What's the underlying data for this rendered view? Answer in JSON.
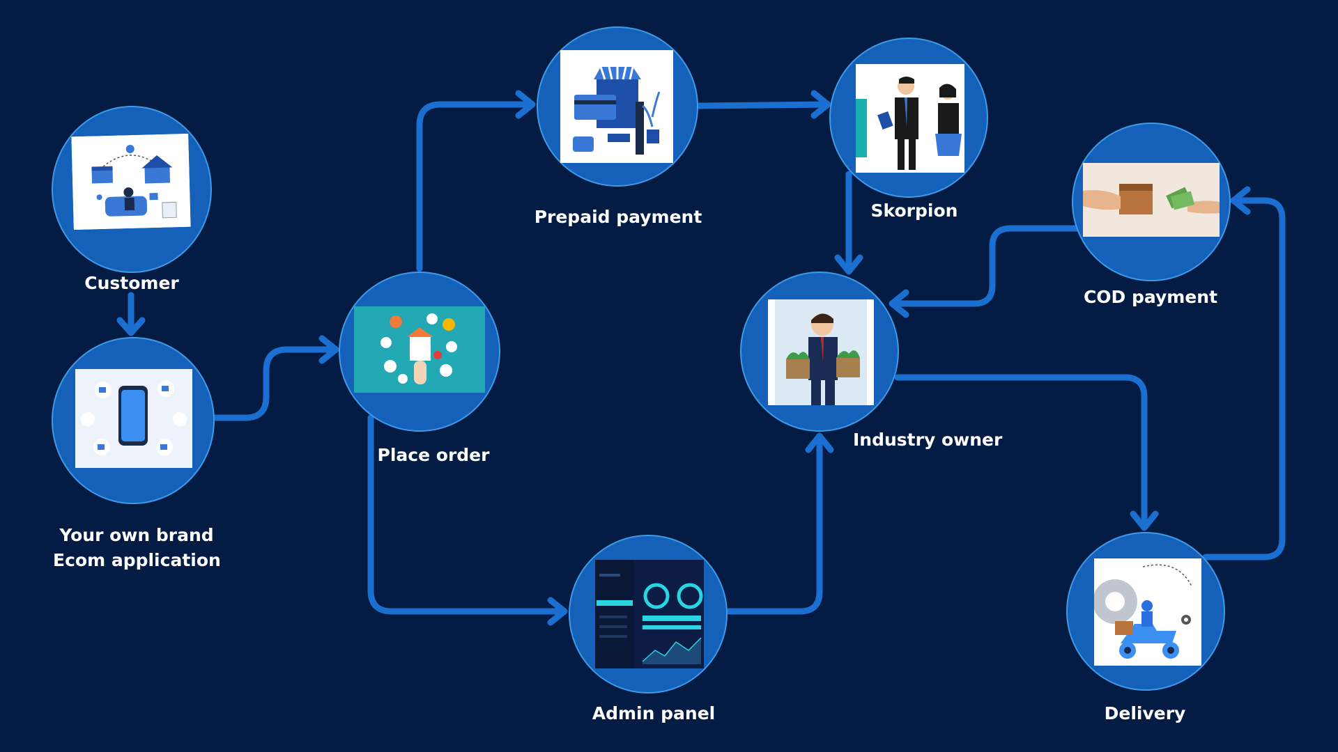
{
  "colors": {
    "background": "#041c44",
    "node_fill": "#1560b8",
    "node_border": "#3d9be9",
    "arrow": "#1a6fd1",
    "label": "#ffffff"
  },
  "nodes": {
    "customer": {
      "label": "Customer",
      "icon": "customer-shopping-illustration"
    },
    "ecom_app": {
      "label_line1": "Your own brand",
      "label_line2": "Ecom application",
      "icon": "mobile-ecommerce-app-illustration"
    },
    "place_order": {
      "label": "Place order",
      "icon": "online-store-tap-illustration"
    },
    "prepaid_payment": {
      "label": "Prepaid payment",
      "icon": "card-payment-store-illustration"
    },
    "skorpion": {
      "label": "Skorpion",
      "icon": "business-team-illustration"
    },
    "industry_owner": {
      "label": "Industry owner",
      "icon": "businessman-with-money-illustration"
    },
    "cod_payment": {
      "label": "COD payment",
      "icon": "cash-handover-illustration"
    },
    "admin_panel": {
      "label": "Admin panel",
      "icon": "dashboard-screen-illustration"
    },
    "delivery": {
      "label": "Delivery",
      "icon": "scooter-delivery-illustration"
    }
  }
}
